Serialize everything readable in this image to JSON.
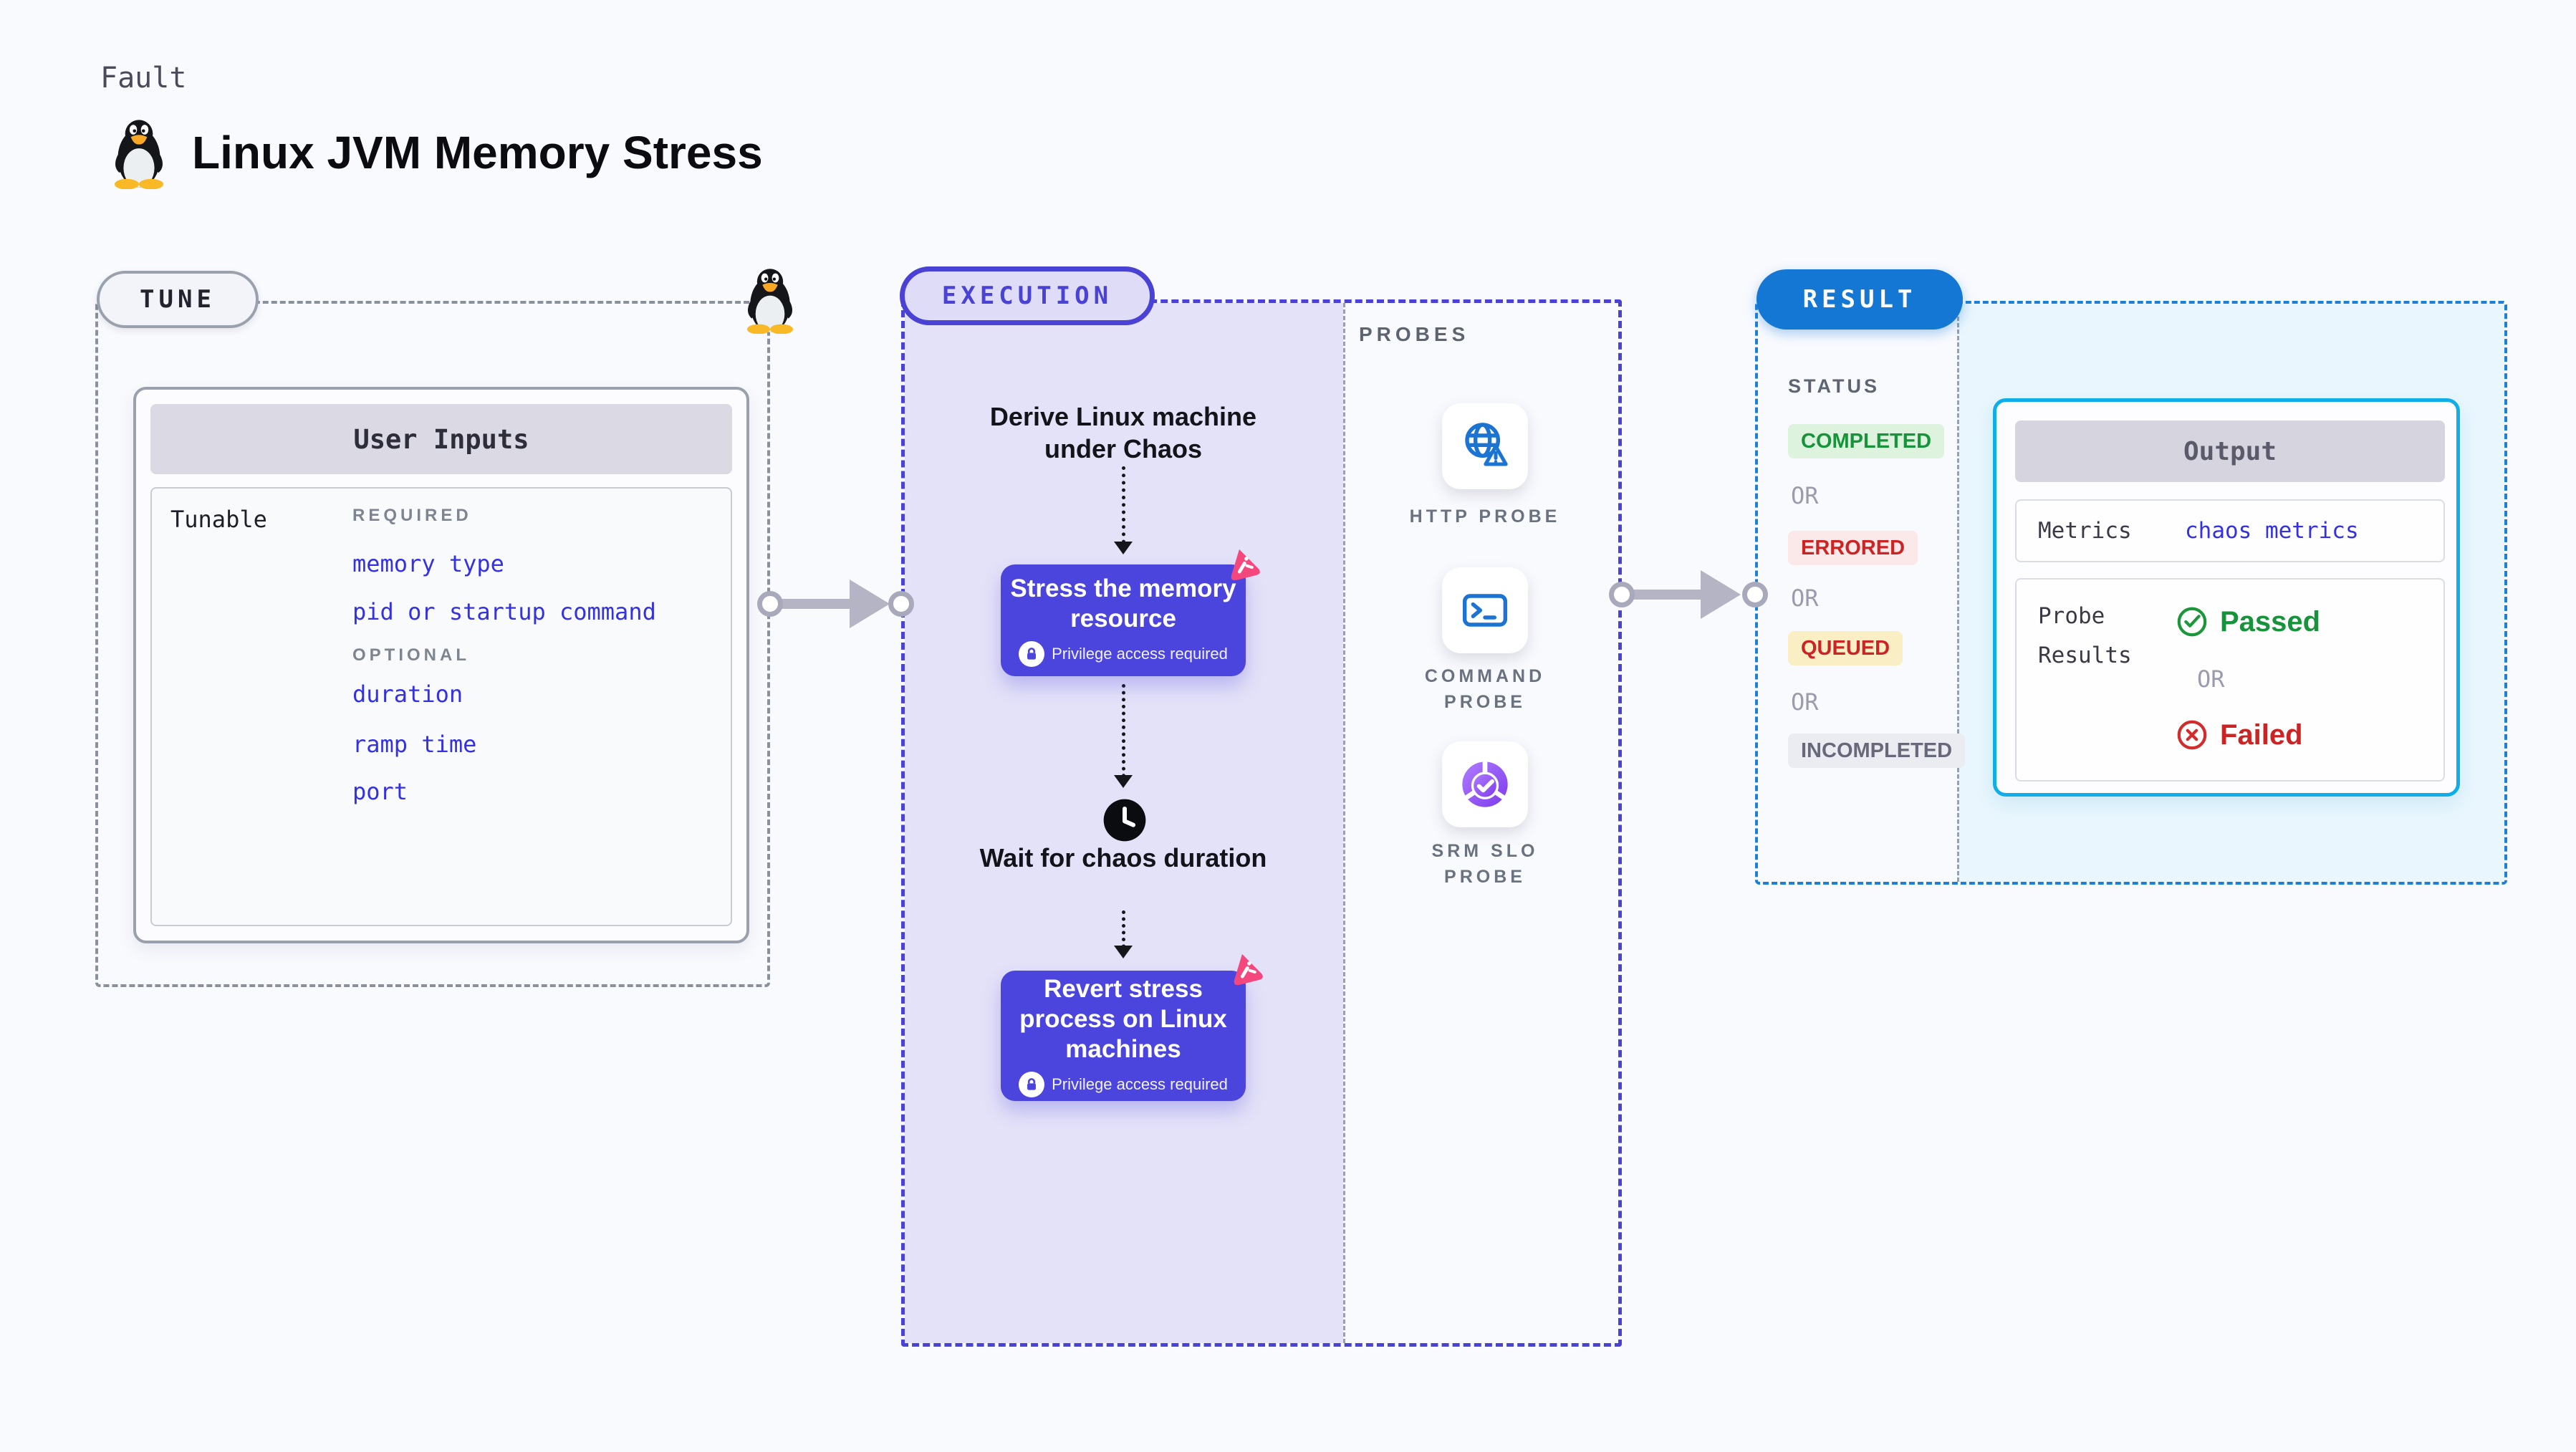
{
  "header": {
    "fault_label": "Fault",
    "title": "Linux JVM Memory Stress",
    "os_icon": "linux-tux-icon"
  },
  "tune": {
    "pill": "TUNE",
    "card_title": "User Inputs",
    "row_label": "Tunable",
    "required_label": "REQUIRED",
    "required_items": [
      "memory type",
      "pid or startup command"
    ],
    "optional_label": "OPTIONAL",
    "optional_items": [
      "duration",
      "ramp time",
      "port"
    ]
  },
  "execution": {
    "pill": "EXECUTION",
    "derive_step": "Derive Linux machine under Chaos",
    "stress_title": "Stress the memory resource",
    "wait_step": "Wait for chaos duration",
    "revert_title": "Revert stress process on Linux machines",
    "privilege_label": "Privilege access required"
  },
  "probes": {
    "label": "PROBES",
    "items": [
      {
        "name": "HTTP PROBE",
        "icon": "globe-alert-icon"
      },
      {
        "name": "COMMAND PROBE",
        "icon": "terminal-icon"
      },
      {
        "name": "SRM SLO PROBE",
        "icon": "slo-pie-check-icon"
      }
    ]
  },
  "result": {
    "pill": "RESULT",
    "status_label": "STATUS",
    "or_label": "OR",
    "statuses": [
      {
        "label": "COMPLETED",
        "fg": "#17933B",
        "bg": "#DEF3DE"
      },
      {
        "label": "ERRORED",
        "fg": "#CB2424",
        "bg": "#FBE8E8"
      },
      {
        "label": "QUEUED",
        "fg": "#CD2121",
        "bg": "#FAEEC5"
      },
      {
        "label": "INCOMPLETED",
        "fg": "#68687B",
        "bg": "#EBEBF2"
      }
    ],
    "output": {
      "title": "Output",
      "metrics_label": "Metrics",
      "metrics_value": "chaos metrics",
      "probe_results_label": "Probe Results",
      "passed_label": "Passed",
      "or_label": "OR",
      "failed_label": "Failed"
    }
  },
  "colors": {
    "page-bg": "#F9FAFE",
    "gray-dash": "#8A909C",
    "indigo": "#4A42D4",
    "lavender": "#E4E2F8",
    "lavender-pill": "#DEDCF6",
    "purple": "#4B44DD",
    "pink": "#F4477E",
    "blue-dash": "#1E7FD6",
    "result-blue": "#1377D3",
    "cyan-fill": "#E9F6FD",
    "cyan-border": "#0FAEE8",
    "item-blue": "#3331E0",
    "green": "#17933B",
    "green-bg": "#DEF3DE",
    "red": "#CB2424",
    "red-bg": "#FBE8E8",
    "yellow-bg": "#FAEEC5",
    "slate-fg": "#68687B",
    "slate-bg": "#EBEBF2",
    "probe-blue": "#1B74D2",
    "conn": "#B4B4C4"
  }
}
